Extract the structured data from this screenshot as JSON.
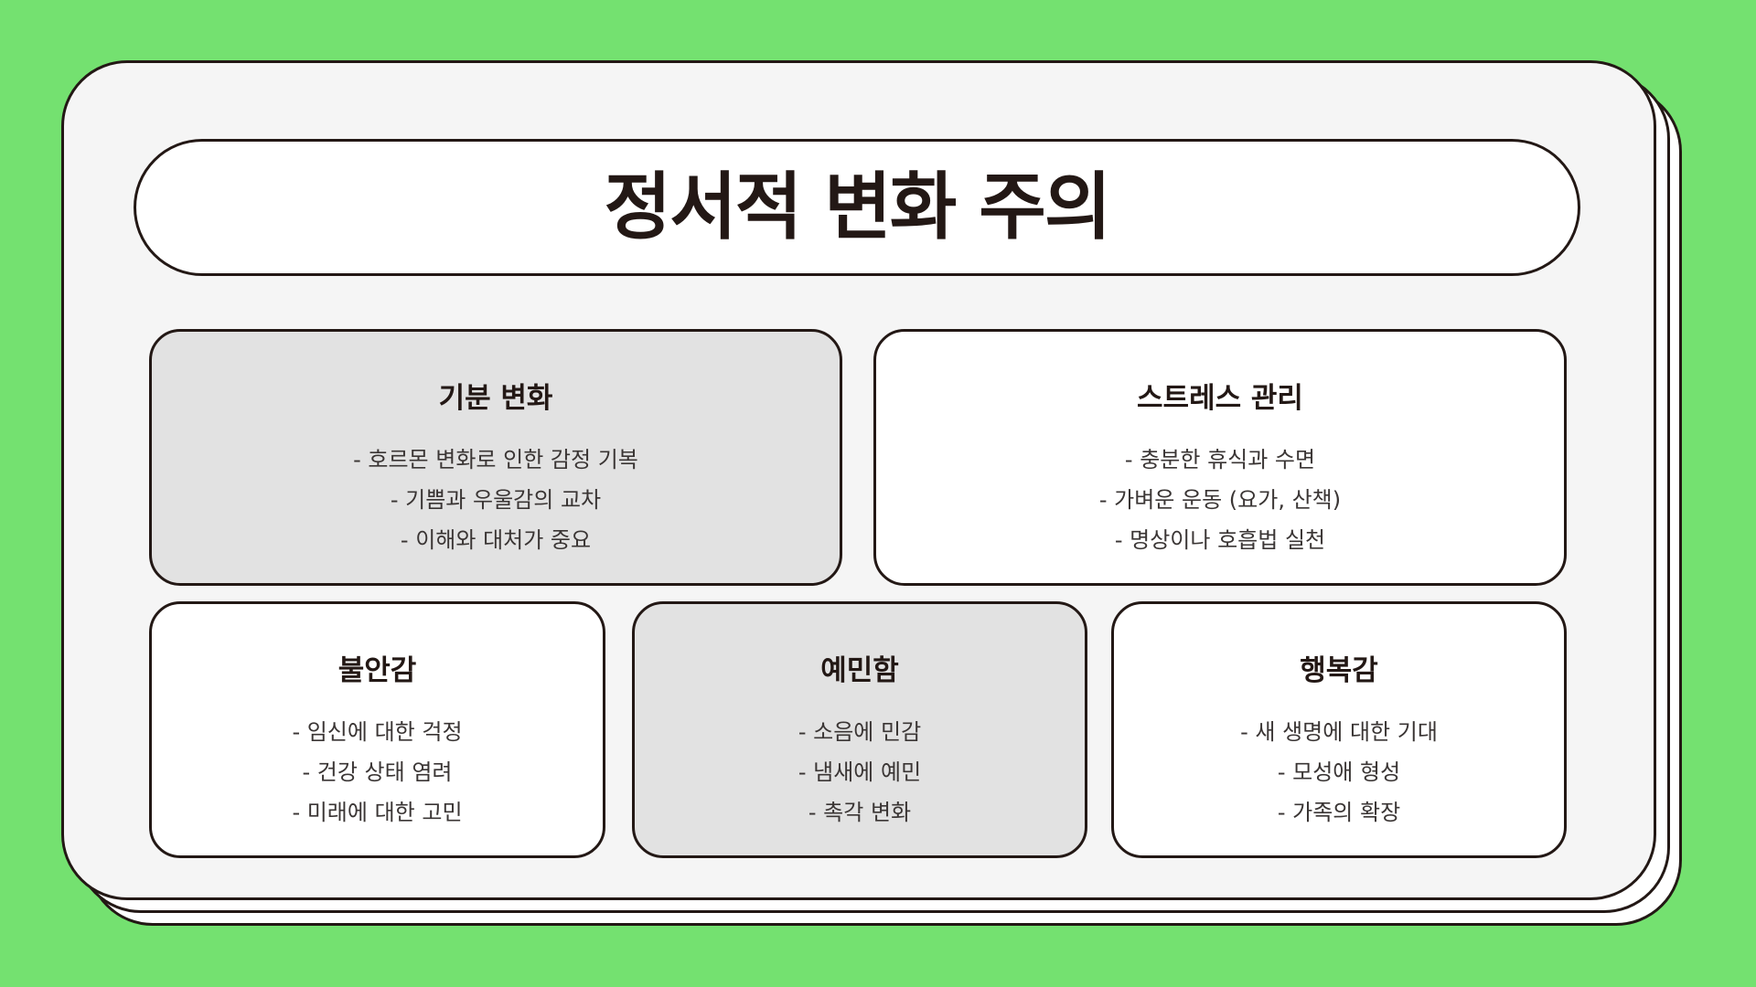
{
  "colors": {
    "background": "#74E170",
    "card_fill": "#F5F5F5",
    "stack_fill": "#FFFFFF",
    "outline": "#231815",
    "box_white": "#FFFFFF",
    "box_gray": "#E2E2E2",
    "text": "#231815"
  },
  "slide": {
    "title": "정서적 변화 주의",
    "boxes": [
      {
        "id": "mood",
        "title": "기분 변화",
        "style": "gray",
        "items": [
          "- 호르몬 변화로 인한 감정 기복",
          "- 기쁨과 우울감의 교차",
          "- 이해와 대처가 중요"
        ]
      },
      {
        "id": "stress",
        "title": "스트레스 관리",
        "style": "white",
        "items": [
          "- 충분한 휴식과 수면",
          "- 가벼운 운동 (요가, 산책)",
          "- 명상이나 호흡법 실천"
        ]
      },
      {
        "id": "anxiety",
        "title": "불안감",
        "style": "white",
        "items": [
          "- 임신에 대한 걱정",
          "- 건강 상태 염려",
          "- 미래에 대한 고민"
        ]
      },
      {
        "id": "sensitive",
        "title": "예민함",
        "style": "gray",
        "items": [
          "- 소음에 민감",
          "- 냄새에 예민",
          "- 촉각 변화"
        ]
      },
      {
        "id": "happy",
        "title": "행복감",
        "style": "white",
        "items": [
          "- 새 생명에 대한 기대",
          "- 모성애 형성",
          "- 가족의 확장"
        ]
      }
    ]
  }
}
